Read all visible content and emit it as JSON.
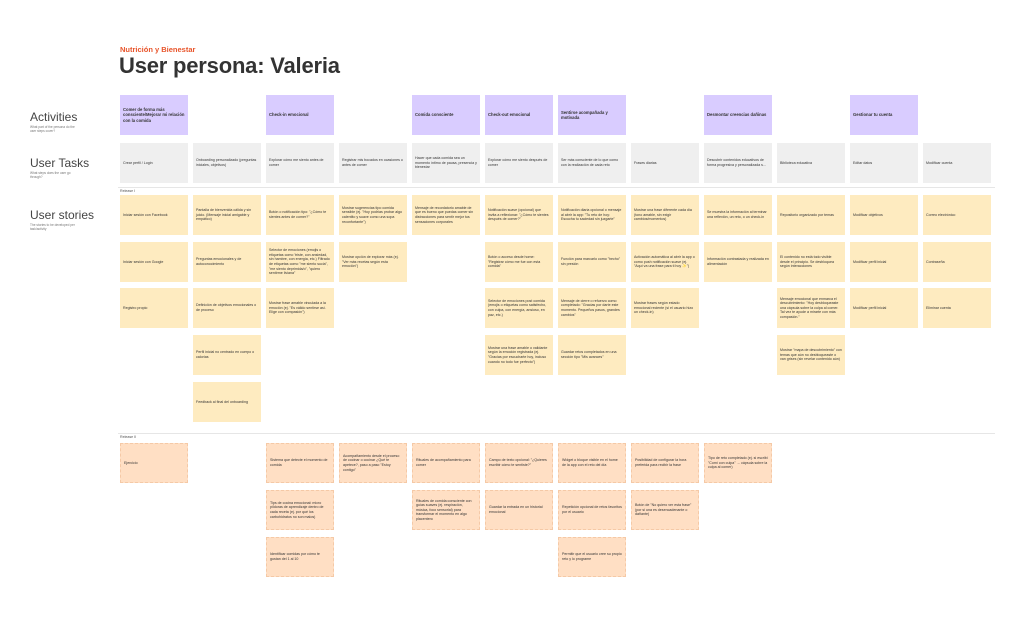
{
  "header": {
    "eyebrow": "Nutrición y Bienestar",
    "title": "User persona: Valeria"
  },
  "row_labels": {
    "activities": {
      "title": "Activities",
      "subtitle": "What part of the persona do the user steps cover?"
    },
    "tasks": {
      "title": "User Tasks",
      "subtitle": "What steps does the user go through?"
    },
    "stories": {
      "title": "User stories",
      "subtitle": "The stories to be developed per task/activity"
    }
  },
  "releases": [
    "Release I",
    "Release II"
  ],
  "colors": {
    "activity": "#d9ccff",
    "task": "#efefef",
    "release1": "#feebc0",
    "release2": "#ffdfc4",
    "accent": "#e8542a"
  },
  "columns": [
    {
      "activity": "Comer de forma más consciente/Mejorar mi relación con la comida",
      "task": "Crear perfil / Login",
      "release1": [
        "Iniciar sesión con Facebook",
        "Iniciar sesión con Google",
        "Registro propio"
      ],
      "release2": [
        "Ejercicio"
      ]
    },
    {
      "activity": null,
      "task": "Onboarding personalizado (preguntas iniciales, objetivos)",
      "release1": [
        "Pantalla de bienvenida cálida y sin juicio. (Mensaje inicial amigable y empático)",
        "Preguntas emocionales y de autoconocimiento",
        "Definición de objetivos emocionales o de proceso",
        "Perfil inicial no centrado en cuerpo o calorías",
        "Feedback al final del onboarding"
      ],
      "release2": []
    },
    {
      "activity": "Check-in emocional",
      "task": "Explorar cómo me siento antes de comer",
      "release1": [
        "Botón o notificación tipo: \"¿Cómo te sientes antes de comer?\"",
        "Selector de emociones (emojis o etiquetas como 'triste, con ansiedad, sin hambre, con energía, etc.) Filtrado de etiquetas como \"me siento sucia\", \"me siento deprimida/o\", \"quiero sentirme liviana\"",
        "Mostrar frase amable vinculada a la emoción (ej. \"Es válido sentirse así. Elige con compasión\")"
      ],
      "release2": [
        "Sistema que detecte el momento de comida",
        "Tips de cocina emocional: micro píldoras de aprendizaje dentro de cada receta (ej. por qué los carbohidratos no son malos)",
        "Identificar comidas por cómo te gustan del 1 al 10"
      ]
    },
    {
      "activity": null,
      "task": "Registrar mis bocados en ocasiones o antes de comer",
      "release1": [
        "Mostrar sugerencias tipo comida sensible (ej. \"Hoy podrías probar algo calentito y suave como una sopa reconfortante\")",
        "Mostrar opción de explorar más (ej. \"Ver más recetas según esta emoción\")"
      ],
      "release2": [
        "Acompañamiento desde el proceso de cocinar o cocinar ¿Qué te apetece?, paso a paso \"Estoy contigo\""
      ]
    },
    {
      "activity": "Comida consciente",
      "task": "Hacer que cada comida sea un momento íntimo de pausa, presencia y bienestar",
      "release1": [
        "Mensaje de recordatorio amable de que es bueno que puedas comer sin distracciones para sentir mejor tus sensaciones corporales"
      ],
      "release2": [
        "Rituales de acompañamiento para comer",
        "Rituales de comida consciente con guías suaves (ej. respiración, música, foco sensorial) para transformar el momento en algo placentero"
      ]
    },
    {
      "activity": "Check-out emocional",
      "task": "Explorar cómo me siento después de comer",
      "release1": [
        "Notificación suave (opcional) que invita a reflexionar: \"¿Cómo te sientes después de comer?\"",
        "Botón o acceso desde home: \"Registrar cómo me fue con esta comida\"",
        "Selector de emociones post comida (emojis o etiquetas como satisfecho, con culpa, con energía, ansioso, en paz, etc.)",
        "Mostrar una frase amable o validante según la emoción registrada (ej. \"Gracias por escucharte hoy, incluso cuando no todo fue perfecto\")"
      ],
      "release2": [
        "Campo de texto opcional: \"¿Quieres escribir cómo te sentiste?\"",
        "Guardar la entrada en un historial emocional"
      ]
    },
    {
      "activity": "Sentirse acompañada y motivada",
      "task": "Ser más consciente de lo que como con la realización de cada reto",
      "release1": [
        "Notificación diaria opcional o mensaje al abrir la app: \"Tu reto de hoy: Escucha tu saciedad sin juzgarte\"",
        "Función para marcarlo como \"hecho\" sin presión",
        "Mensaje de cierre o refuerzo como completado: \"Gracias por darte este momento. Pequeños pasos, grandes cambios\"",
        "Guardar retos completados en una sección tipo \"Mis avances\""
      ],
      "release2": [
        "Widget o bloque visible en el home de la app con el reto del día",
        "Repetición opcional de retos favoritos por el usuario",
        "Permitir que el usuario cree su propio reto y lo programe"
      ]
    },
    {
      "activity": null,
      "task": "Frases diarias",
      "release1": [
        "Mostrar una frase diferente cada día (tono amable, sin exigir cambios/momentos)",
        "Activación automática al abrir la app o como push notificación suave (ej. \"Aquí va una frase para ti hoy ✨\")",
        "Mostrar frases según estado emocional reciente (si el usuario hizo un check-in)"
      ],
      "release2": [
        "Posibilidad de configurar la hora preferida para recibir la frase",
        "Botón de \"No quiero ver esta frase\" (por si una es desencadenante o dañante)"
      ]
    },
    {
      "activity": "Desmontar creencias dañinas",
      "task": "Descubrir contenidos educativos de forma progresiva y personalizada s...",
      "release1": [
        "Se muestra la información al terminar una reflexión, un reto, o un check-in",
        "Información contrastada y realizada en alimentación"
      ],
      "release2": [
        "Tipo de reto completado (ej. si escribí \"Comí con culpa\" → cápsula sobre la culpa al comer)"
      ]
    },
    {
      "activity": null,
      "task": "Biblioteca educativa",
      "release1": [
        "Repositorio organizado por temas",
        "El contenido no está todo visible desde el principio. Se desbloquea según interacciones",
        "Mensaje emocional que enmarca el descubrimiento: \"Hoy desbloqueaste una cápsula sobre la culpa al comer. Tal vez te ayude a mirarte con más compasión.\"",
        "Mostrar \"mapa de descubrimiento\" con temas que aún no desbloqueaste o van grises (sin revelar contenido aún)"
      ],
      "release2": []
    },
    {
      "activity": "Gestionar tu cuenta",
      "task": "Editar datos",
      "release1": [
        "Modificar objetivos",
        "Modificar perfil inicial",
        "Modificar perfil inicial"
      ],
      "release2": []
    },
    {
      "activity": null,
      "task": "Modificar cuenta",
      "release1": [
        "Correo electrónico",
        "Contraseña",
        "Eliminar cuenta"
      ],
      "release2": []
    }
  ]
}
